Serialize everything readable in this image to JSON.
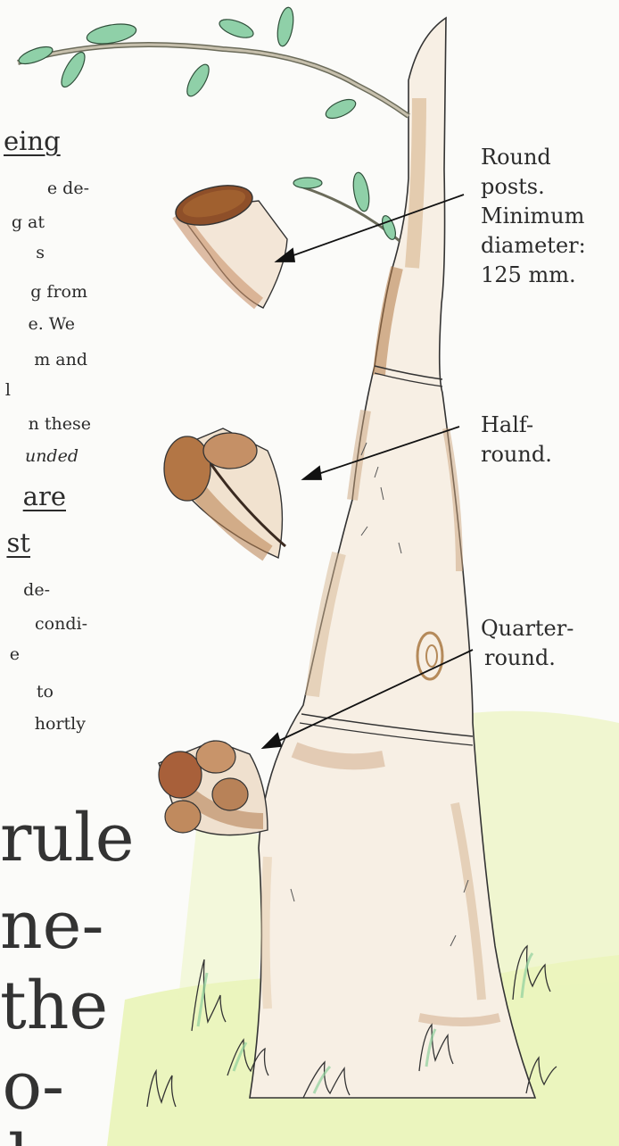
{
  "left_column": {
    "heading_1": "eing",
    "paragraph_1": [
      "e de-",
      "g at",
      "s",
      "g from",
      "e. We",
      "m and",
      "l",
      "n these",
      "unded"
    ],
    "heading_2": [
      "are",
      "st"
    ],
    "paragraph_2": [
      "de-",
      "condi-",
      "e",
      "to",
      "hortly"
    ],
    "large_text": [
      "rule",
      "ne-",
      "the",
      "o-",
      "he"
    ]
  },
  "labels": {
    "round": [
      "Round",
      "posts.",
      "Minimum",
      "diameter:",
      "125 mm."
    ],
    "half_round": [
      "Half-",
      "round."
    ],
    "quarter_round": [
      "Quarter-",
      "round."
    ]
  },
  "colors": {
    "paper": "#fbfbf9",
    "ink": "#2b2b2b",
    "bark": "#c49a6c",
    "wood_end": "#9a5a34",
    "leaf": "#8fd0a8",
    "grass": "#d9ee84"
  }
}
